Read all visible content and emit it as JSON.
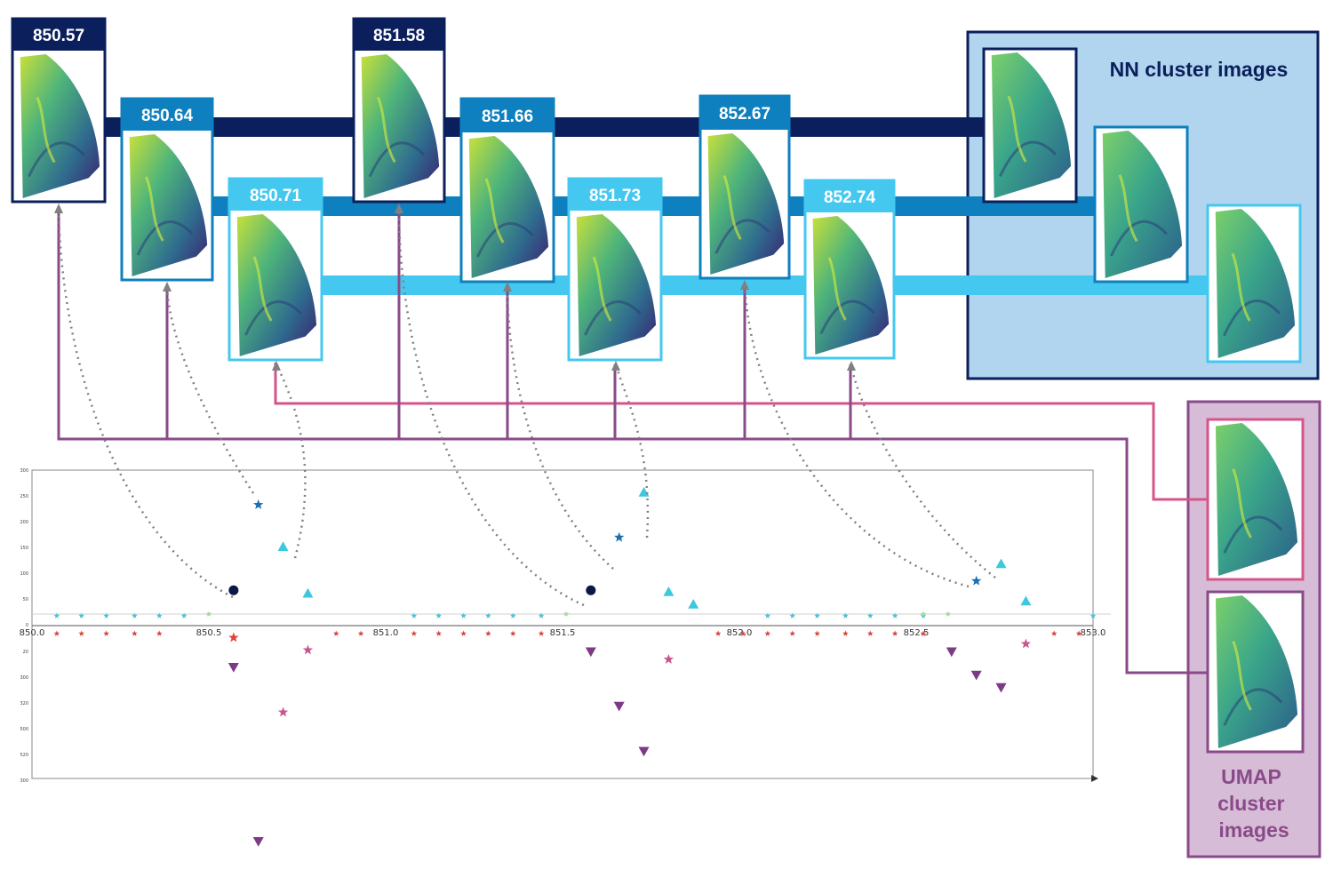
{
  "colors": {
    "navy": "#0b1f5c",
    "mid_blue": "#0f80bf",
    "light_blue": "#45c8f0",
    "nn_panel_fill": "#b1d5ee",
    "nn_panel_border": "#0b1f5c",
    "umap_panel_fill": "#d6bcd6",
    "umap_panel_border": "#8a4a8a",
    "pink": "#d6548a",
    "purple": "#8a4a8a",
    "teal_marker": "#3cc8dd",
    "red_marker": "#e0443a",
    "green_marker": "#9ce08a",
    "dark_marker": "#0a1748",
    "blue_star": "#1a70b0",
    "pink_star": "#c8558f",
    "purple_triangle": "#7d3a86"
  },
  "images": [
    {
      "label": "850.57",
      "cluster": "navy",
      "icon": "tissue-heatmap"
    },
    {
      "label": "850.64",
      "cluster": "mid_blue",
      "icon": "tissue-heatmap"
    },
    {
      "label": "850.71",
      "cluster": "light_blue",
      "icon": "tissue-heatmap"
    },
    {
      "label": "851.58",
      "cluster": "navy",
      "icon": "tissue-heatmap"
    },
    {
      "label": "851.66",
      "cluster": "mid_blue",
      "icon": "tissue-heatmap"
    },
    {
      "label": "851.73",
      "cluster": "light_blue",
      "icon": "tissue-heatmap"
    },
    {
      "label": "852.67",
      "cluster": "mid_blue",
      "icon": "tissue-heatmap"
    },
    {
      "label": "852.74",
      "cluster": "light_blue",
      "icon": "tissue-heatmap"
    }
  ],
  "nn_panel": {
    "title": "NN cluster images",
    "images": [
      "navy",
      "mid_blue",
      "light_blue"
    ]
  },
  "umap_panel": {
    "title_lines": [
      "UMAP",
      "cluster",
      "images"
    ],
    "images": [
      "pink",
      "purple"
    ]
  },
  "chart_data": {
    "type": "scatter",
    "xlim": [
      850.0,
      853.0
    ],
    "x_ticks": [
      "850.0",
      "850.5",
      "851.0",
      "851.5",
      "852.0",
      "852.5",
      "853.0"
    ],
    "y_ticks_upper": [
      "300",
      "250",
      "200",
      "150",
      "100",
      "50",
      "0"
    ],
    "y_ticks_lower": [
      "20",
      "300",
      "320",
      "500",
      "520",
      "300"
    ],
    "grid": false,
    "markers_above": [
      {
        "x": 850.57,
        "v": 17,
        "marker": "circle",
        "color": "dark_marker"
      },
      {
        "x": 850.64,
        "v": 72,
        "marker": "star",
        "color": "blue_star"
      },
      {
        "x": 850.71,
        "v": 45,
        "marker": "triangle-up",
        "color": "teal_marker"
      },
      {
        "x": 850.78,
        "v": 15,
        "marker": "triangle-up",
        "color": "teal_marker"
      },
      {
        "x": 851.58,
        "v": 17,
        "marker": "circle",
        "color": "dark_marker"
      },
      {
        "x": 851.66,
        "v": 51,
        "marker": "star",
        "color": "blue_star"
      },
      {
        "x": 851.73,
        "v": 80,
        "marker": "triangle-up",
        "color": "teal_marker"
      },
      {
        "x": 851.8,
        "v": 16,
        "marker": "triangle-up",
        "color": "teal_marker"
      },
      {
        "x": 851.87,
        "v": 8,
        "marker": "triangle-up",
        "color": "teal_marker"
      },
      {
        "x": 852.67,
        "v": 23,
        "marker": "star",
        "color": "blue_star"
      },
      {
        "x": 852.74,
        "v": 34,
        "marker": "triangle-up",
        "color": "teal_marker"
      },
      {
        "x": 852.81,
        "v": 10,
        "marker": "triangle-up",
        "color": "teal_marker"
      }
    ],
    "markers_below": [
      {
        "x": 850.57,
        "v": 2,
        "marker": "star",
        "color": "red_marker"
      },
      {
        "x": 850.57,
        "v": 21,
        "marker": "triangle-down",
        "color": "purple_triangle"
      },
      {
        "x": 850.64,
        "v": 133,
        "marker": "triangle-down",
        "color": "purple_triangle"
      },
      {
        "x": 850.71,
        "v": 50,
        "marker": "star",
        "color": "pink_star"
      },
      {
        "x": 850.78,
        "v": 10,
        "marker": "star",
        "color": "pink_star"
      },
      {
        "x": 851.58,
        "v": 11,
        "marker": "triangle-down",
        "color": "purple_triangle"
      },
      {
        "x": 851.66,
        "v": 46,
        "marker": "triangle-down",
        "color": "purple_triangle"
      },
      {
        "x": 851.73,
        "v": 75,
        "marker": "triangle-down",
        "color": "purple_triangle"
      },
      {
        "x": 851.8,
        "v": 16,
        "marker": "star",
        "color": "pink_star"
      },
      {
        "x": 852.6,
        "v": 11,
        "marker": "triangle-down",
        "color": "purple_triangle"
      },
      {
        "x": 852.67,
        "v": 26,
        "marker": "triangle-down",
        "color": "purple_triangle"
      },
      {
        "x": 852.74,
        "v": 34,
        "marker": "triangle-down",
        "color": "purple_triangle"
      },
      {
        "x": 852.81,
        "v": 6,
        "marker": "star",
        "color": "pink_star"
      }
    ],
    "baseline_above": {
      "v": 2,
      "marker": "star",
      "color": "teal_marker",
      "x": [
        850.07,
        850.14,
        850.21,
        850.29,
        850.36,
        850.43,
        851.08,
        851.15,
        851.22,
        851.29,
        851.36,
        851.44,
        852.08,
        852.15,
        852.22,
        852.3,
        852.37,
        852.44,
        852.52,
        853.0
      ],
      "green_x": [
        850.5,
        851.51,
        852.52,
        852.59
      ]
    },
    "baseline_below": {
      "v": 2,
      "marker": "star",
      "color": "red_marker",
      "x": [
        850.07,
        850.14,
        850.21,
        850.29,
        850.36,
        850.86,
        850.93,
        851.08,
        851.15,
        851.22,
        851.29,
        851.36,
        851.44,
        851.94,
        852.01,
        852.08,
        852.15,
        852.22,
        852.3,
        852.37,
        852.44,
        852.52,
        852.89,
        852.96
      ]
    }
  }
}
